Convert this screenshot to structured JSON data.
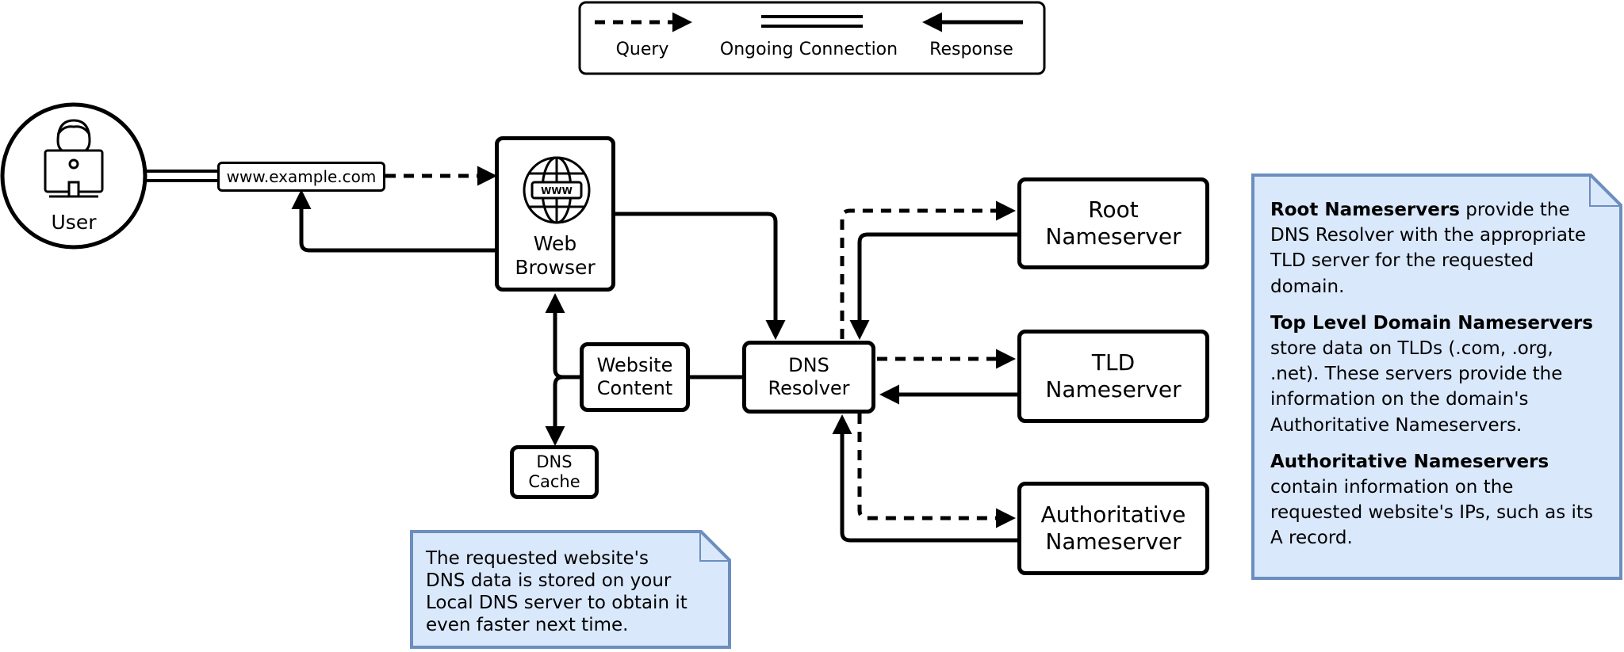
{
  "legend": {
    "query": "Query",
    "ongoing": "Ongoing Connection",
    "response": "Response"
  },
  "user": {
    "label": "User",
    "icon": "user-laptop-icon"
  },
  "url_bar": {
    "text": "www.example.com"
  },
  "browser": {
    "line1": "Web",
    "line2": "Browser",
    "icon": "globe-www-icon",
    "www": "WWW"
  },
  "website_content": {
    "line1": "Website",
    "line2": "Content"
  },
  "dns_cache": {
    "line1": "DNS",
    "line2": "Cache"
  },
  "dns_resolver": {
    "line1": "DNS",
    "line2": "Resolver"
  },
  "root_ns": {
    "line1": "Root",
    "line2": "Nameserver"
  },
  "tld_ns": {
    "line1": "TLD",
    "line2": "Nameserver"
  },
  "auth_ns": {
    "line1": "Authoritative",
    "line2": "Nameserver"
  },
  "cache_note": {
    "line1": "The requested website's",
    "line2": "DNS data is stored on your",
    "line3": "Local DNS server to obtain it",
    "line4": "even faster next time."
  },
  "info_note": {
    "root_title": "Root Nameservers",
    "root_text": " provide the DNS Resolver with the appropriate TLD server for the requested domain.",
    "tld_title": "Top Level Domain Nameservers",
    "tld_text": " store data on TLDs (.com, .org, .net). These servers provide the information on the domain's Authoritative Nameservers.",
    "auth_title": "Authoritative Nameservers",
    "auth_text": " contain information on the requested website's IPs, such as its A record."
  },
  "colors": {
    "note_fill": "#dae8fc",
    "note_border": "#6c8ebf",
    "stroke": "#000000"
  }
}
